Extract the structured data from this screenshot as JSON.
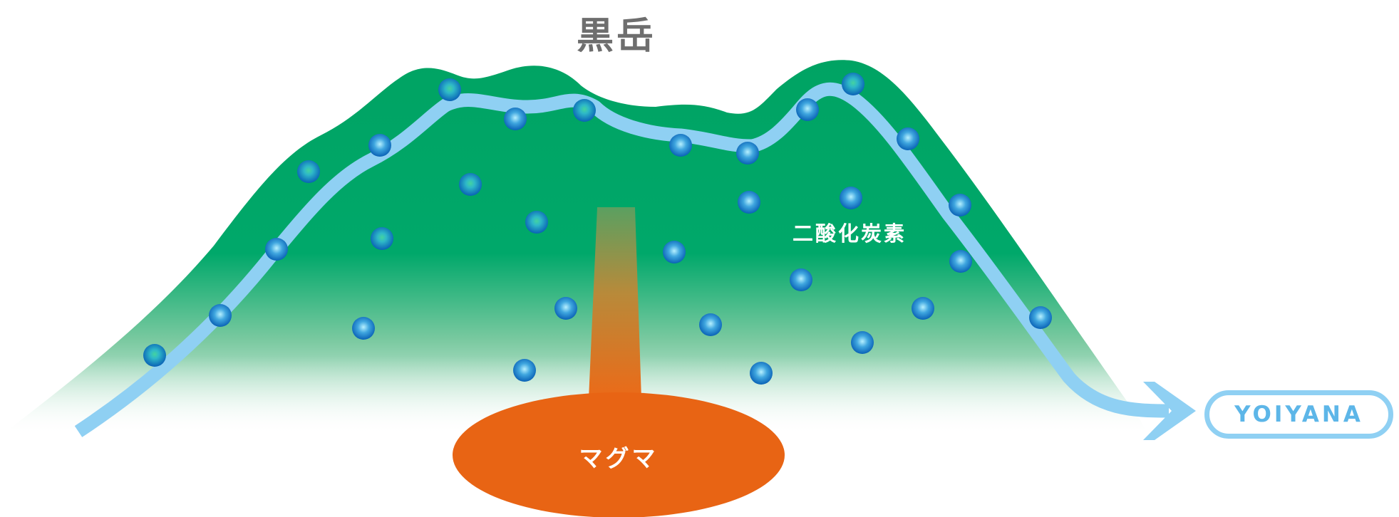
{
  "title": "黒岳",
  "labels": {
    "gas": "二酸化炭素",
    "magma": "マグマ",
    "destination": "YOIYANA"
  },
  "colors": {
    "mountain_top": "#00a363",
    "mountain_fade": "#ffffff",
    "flow": "#8fd0f3",
    "magma": "#e86414",
    "bubble_light": "#8fe4ff",
    "bubble_dark": "#0a6cc0",
    "title": "#6e6e6e"
  },
  "icons": [
    "co2-bubble-icon",
    "flow-arrow-icon"
  ]
}
